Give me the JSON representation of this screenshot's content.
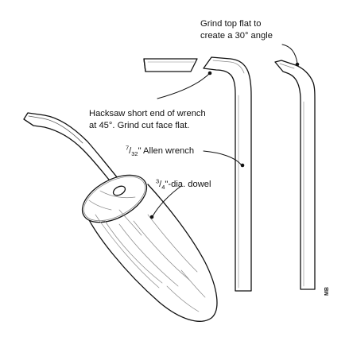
{
  "labels": {
    "grind_line1": "Grind top flat to",
    "grind_line2": "create a 30° angle",
    "hacksaw_line1": "Hacksaw short end of wrench",
    "hacksaw_line2": "at 45°. Grind cut face flat.",
    "allen_num": "7",
    "allen_den": "32",
    "allen_rest": "\" Allen wrench",
    "dowel_num": "3",
    "dowel_den": "4",
    "dowel_rest": "\"-dia. dowel"
  },
  "signature": "MB",
  "colors": {
    "ink": "#111111",
    "shade": "#9a9a9a",
    "paper": "#ffffff"
  }
}
